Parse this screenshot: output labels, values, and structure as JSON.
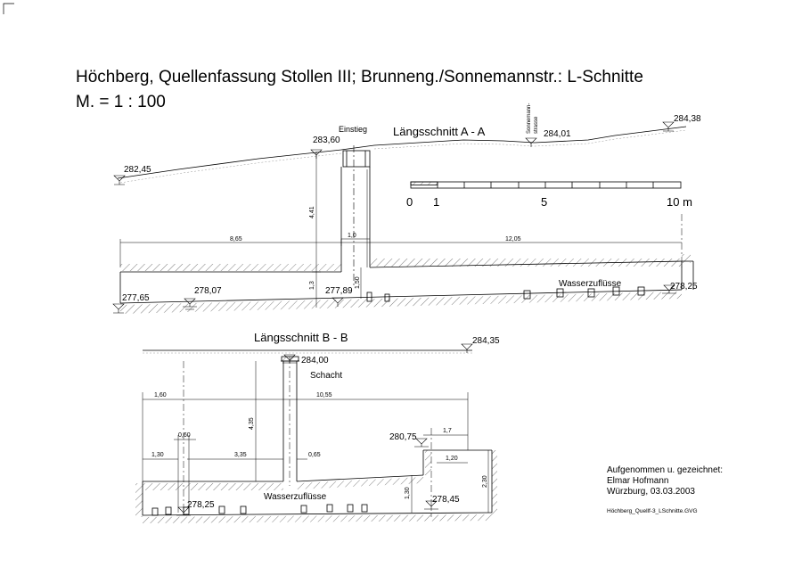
{
  "title": {
    "line1": "Höchberg, Quellenfassung Stollen III; Brunneng./Sonnemannstr.: L-Schnitte",
    "line2": "M. = 1 : 100"
  },
  "section_aa": {
    "heading": "Längsschnitt  A - A",
    "einstieg": "Einstieg",
    "street": "Sonnemann-\nstrasse",
    "street_line1": "Sonnemann-",
    "street_line2": "strasse",
    "wasser": "Wasserzuflüsse",
    "elevations": {
      "left_ground": "282,45",
      "einstieg": "283,60",
      "street": "284,01",
      "right_ground": "284,38",
      "floor_left": "277,65",
      "floor_2": "278,07",
      "floor_3": "277,89",
      "floor_right": "278,25"
    },
    "dims": {
      "left_span": "8,65",
      "right_span": "12,05",
      "shaft_width": "1,0",
      "shaft_height": "4,41",
      "tunnel_height": "1,3",
      "d_150": "1,50"
    }
  },
  "scale_bar": {
    "l0": "0",
    "l1": "1",
    "l5": "5",
    "l10": "10 m"
  },
  "section_bb": {
    "heading": "Längsschnitt  B - B",
    "schacht": "Schacht",
    "wasser": "Wasserzuflüsse",
    "elevations": {
      "ground": "284,35",
      "shaft_top": "284,00",
      "step": "280,75",
      "floor_left": "278,25",
      "floor_right": "278,45"
    },
    "dims": {
      "d160": "1,60",
      "d1055": "10,55",
      "d060": "0,60",
      "d130a": "1,30",
      "d335": "3,35",
      "d065": "0,65",
      "d435": "4,35",
      "d17": "1,7",
      "d120": "1,20",
      "d230": "2,30",
      "d130b": "1,30"
    }
  },
  "credits": {
    "line1": "Aufgenommen u. gezeichnet:",
    "line2": "Elmar Hofmann",
    "line3": "Würzburg, 03.03.2003"
  },
  "filename": "Höchberg_Quellf-3_LSchnitte.GVG"
}
